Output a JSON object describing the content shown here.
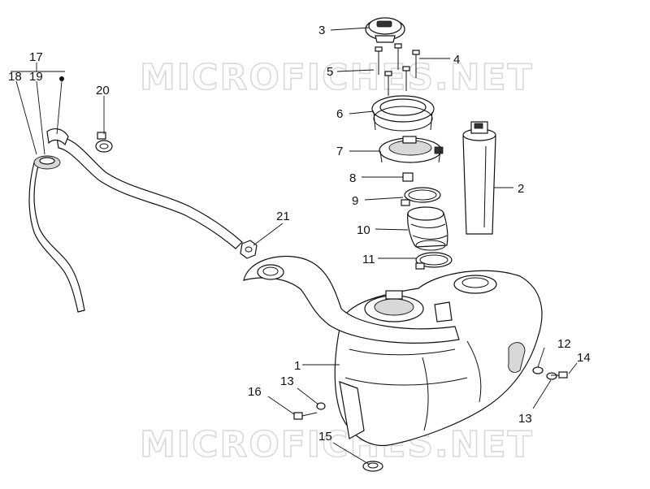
{
  "watermark": {
    "text": "MICROFICHES.NET"
  },
  "callouts": {
    "c1": "1",
    "c2": "2",
    "c3": "3",
    "c4": "4",
    "c5": "5",
    "c6": "6",
    "c7": "7",
    "c8": "8",
    "c9": "9",
    "c10": "10",
    "c11": "11",
    "c12": "12",
    "c13a": "13",
    "c13b": "13",
    "c14": "14",
    "c15": "15",
    "c16": "16",
    "c17": "17",
    "c18": "18",
    "c19": "19",
    "c20": "20",
    "c21": "21"
  },
  "colors": {
    "line": "#111111",
    "watermark": "#d9d9d9",
    "shade": "#d8d8d8"
  }
}
